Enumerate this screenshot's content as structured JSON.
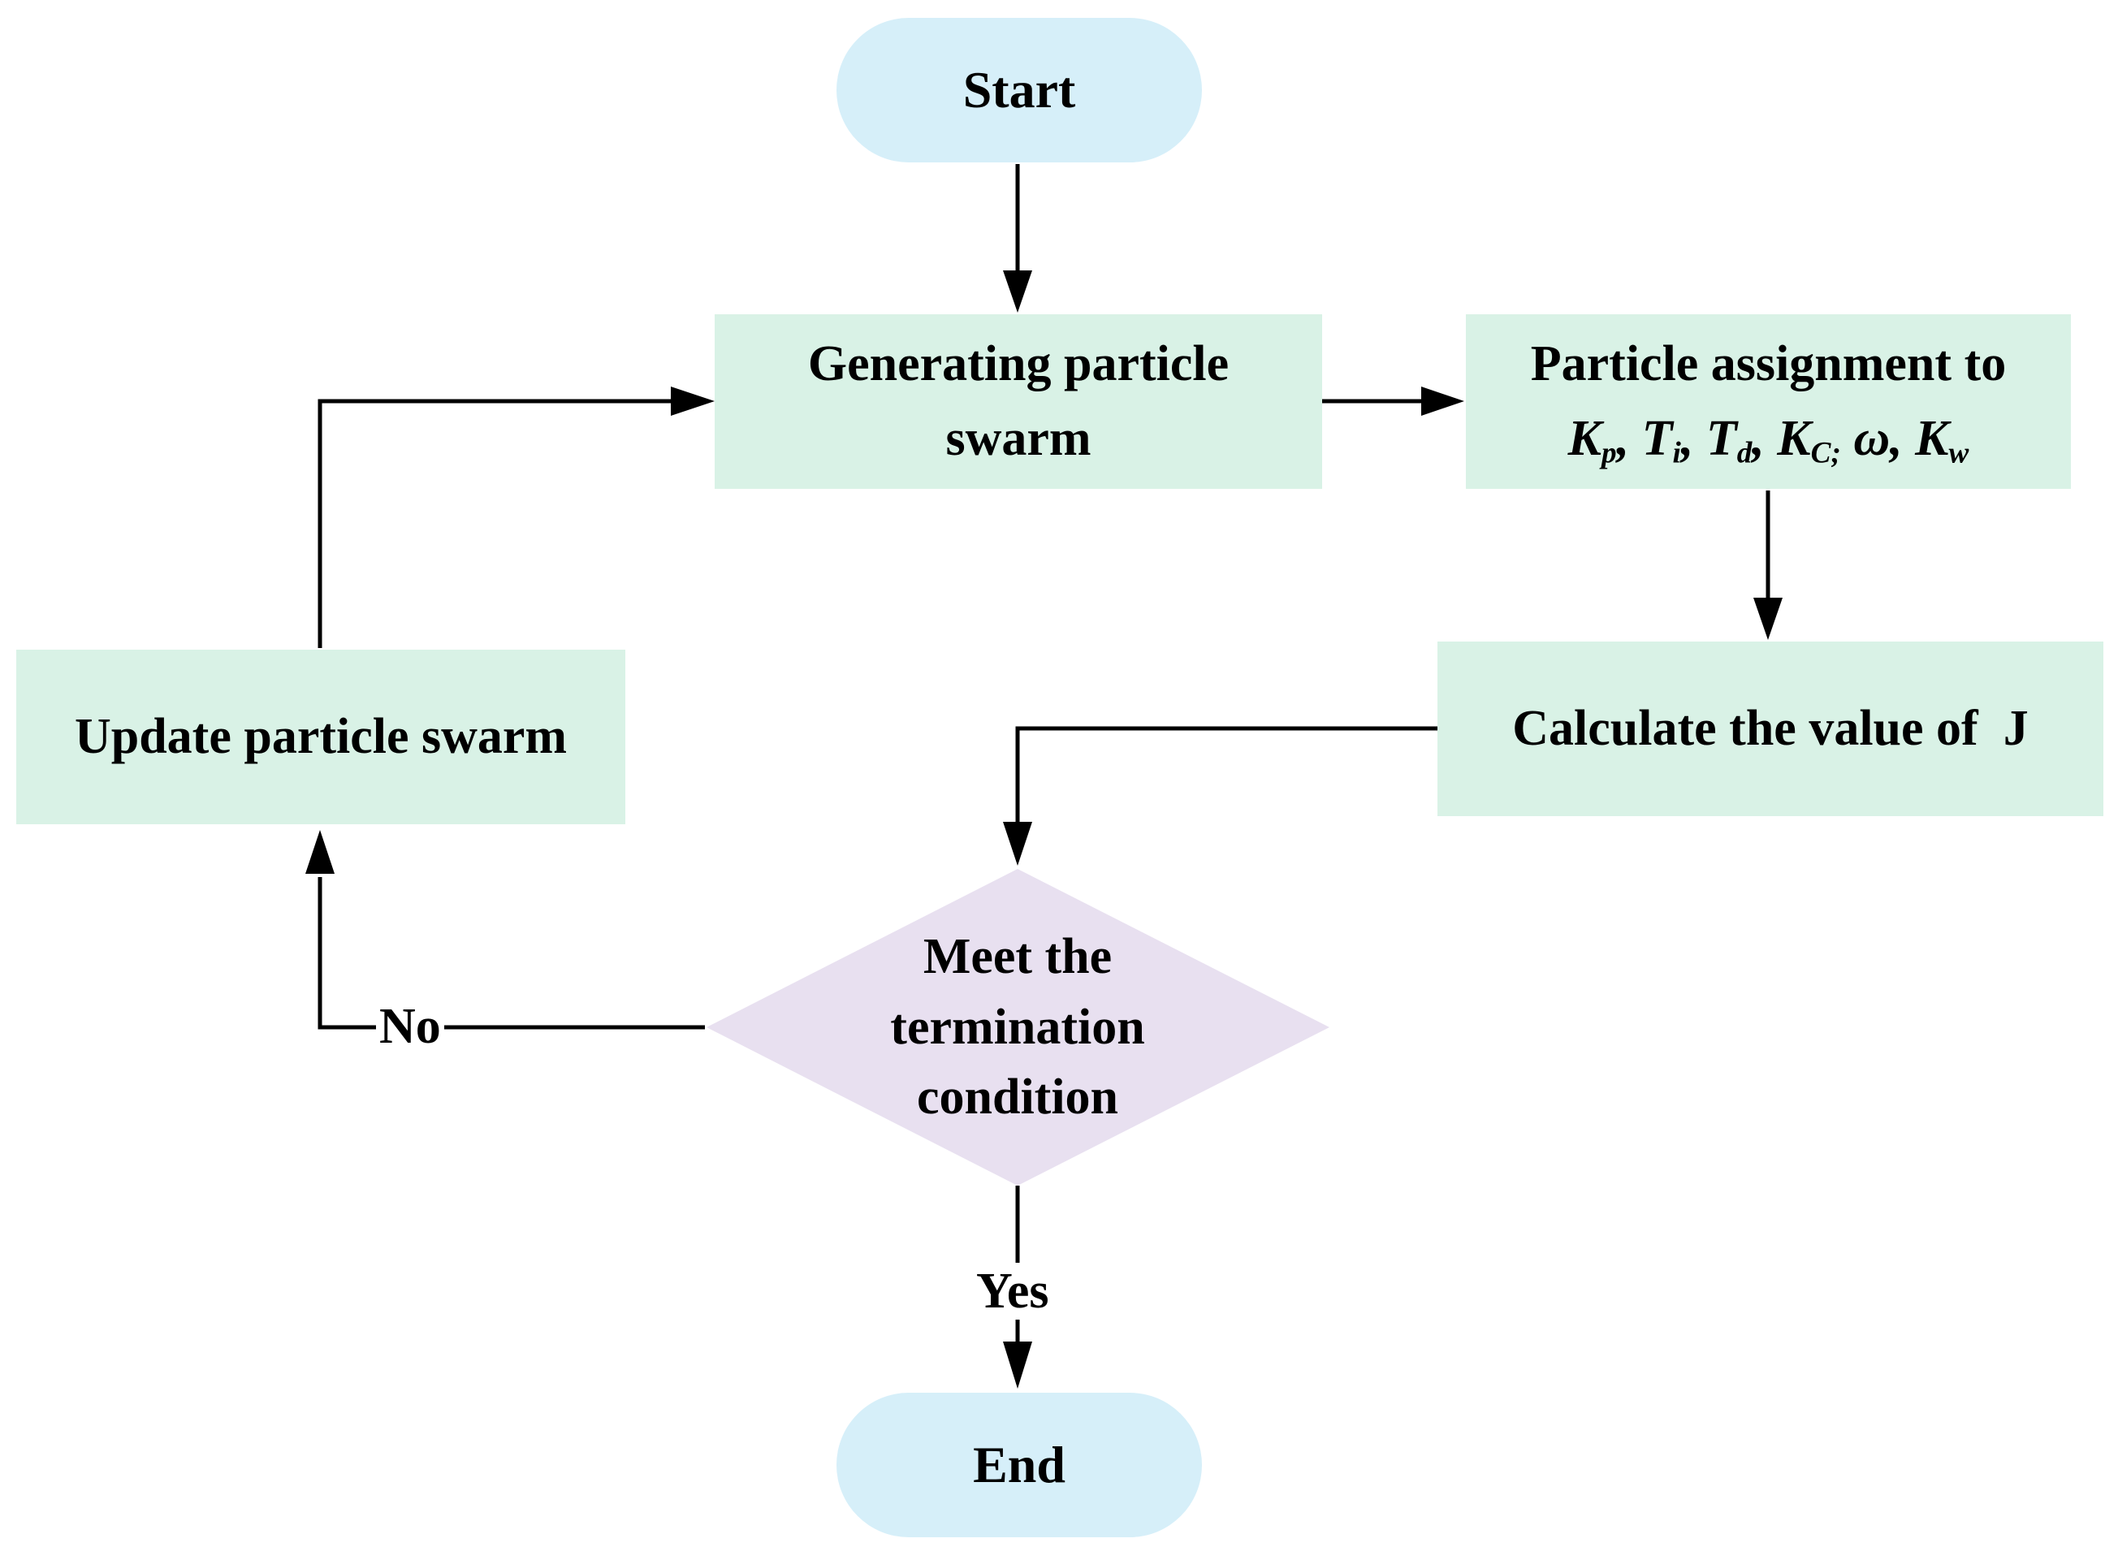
{
  "colors": {
    "terminal_fill": "#D6EFF9",
    "process_fill": "#D9F2E6",
    "decision_fill": "#E8E0F0",
    "line": "#000000"
  },
  "nodes": {
    "start": {
      "label": "Start"
    },
    "generate": {
      "line1": "Generating particle",
      "line2": "swarm"
    },
    "assign": {
      "line1": "Particle assignment to",
      "params": [
        {
          "base": "K",
          "sub": "p",
          "sep": ", "
        },
        {
          "base": "T",
          "sub": "i",
          "sep": ", "
        },
        {
          "base": "T",
          "sub": "d",
          "sep": ", "
        },
        {
          "base": "K",
          "sub": "C;",
          "sep": " "
        },
        {
          "base": "ω",
          "sub": "",
          "sep": ", "
        },
        {
          "base": "K",
          "sub": "w",
          "sep": ""
        }
      ]
    },
    "calculate": {
      "label": "Calculate the value of  J"
    },
    "decision": {
      "line1": "Meet the",
      "line2": "termination",
      "line3": "condition"
    },
    "update": {
      "label": "Update particle swarm"
    },
    "end": {
      "label": "End"
    }
  },
  "edge_labels": {
    "no": "No",
    "yes": "Yes"
  }
}
